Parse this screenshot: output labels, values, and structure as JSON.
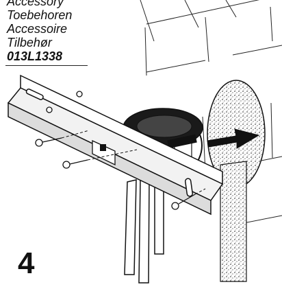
{
  "labels": {
    "line1": "Accessory",
    "line2": "Toebehoren",
    "line3": "Accessoire",
    "line4": "Tilbehør",
    "part_number": "013L1338"
  },
  "step_number": "4"
}
